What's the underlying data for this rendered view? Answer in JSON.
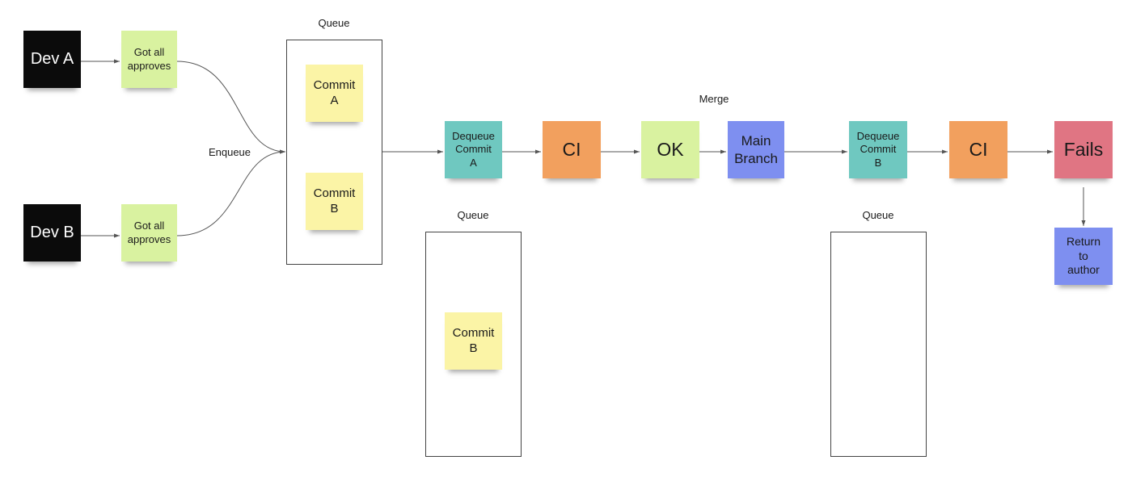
{
  "colors": {
    "dev": "#0b0b0b",
    "approve": "#d9f2a0",
    "commit": "#fbf4a6",
    "dequeue": "#6fc8c0",
    "ci": "#f2a05e",
    "ok": "#d9f2a0",
    "main_branch": "#7e8ff0",
    "fails": "#e07583",
    "return": "#7e8ff0",
    "line": "#555555"
  },
  "nodes": {
    "dev_a": "Dev A",
    "dev_b": "Dev B",
    "approve_a": "Got all\napproves",
    "approve_b": "Got all\napproves",
    "queue1_commit_a": "Commit\nA",
    "queue1_commit_b": "Commit\nB",
    "dequeue_a": "Dequeue\nCommit\nA",
    "ci_1": "CI",
    "ok": "OK",
    "main_branch": "Main\nBranch",
    "dequeue_b": "Dequeue\nCommit\nB",
    "ci_2": "CI",
    "fails": "Fails",
    "return_to_author": "Return\nto\nauthor",
    "queue2_commit_b": "Commit\nB"
  },
  "labels": {
    "queue_1": "Queue",
    "queue_2": "Queue",
    "queue_3": "Queue",
    "enqueue": "Enqueue",
    "merge": "Merge"
  }
}
